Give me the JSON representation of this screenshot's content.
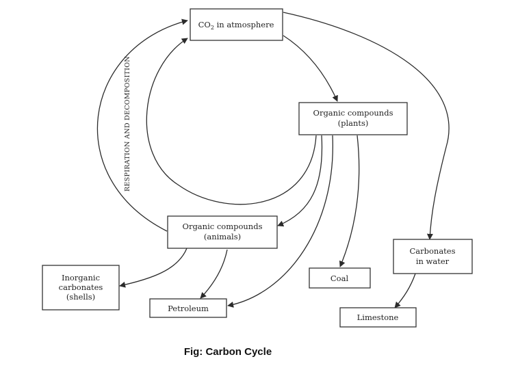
{
  "nodes": {
    "co2_atmosphere": {
      "line1": "CO",
      "sub": "2",
      "line1b": " in atmosphere"
    },
    "plants": {
      "line1": "Organic compounds",
      "line2": "(plants)"
    },
    "animals": {
      "line1": "Organic compounds",
      "line2": "(animals)"
    },
    "inorganic": {
      "line1": "Inorganic",
      "line2": "carbonates",
      "line3": "(shells)"
    },
    "petroleum": {
      "line1": "Petroleum"
    },
    "coal": {
      "line1": "Coal"
    },
    "carbonates_water": {
      "line1": "Carbonates",
      "line2": "in water"
    },
    "limestone": {
      "line1": "Limestone"
    }
  },
  "side_label": "RESPIRATION AND DECOMPOSITION",
  "caption": "Fig: Carbon Cycle",
  "edges": [
    {
      "from": "co2_atmosphere",
      "to": "plants"
    },
    {
      "from": "plants",
      "to": "co2_atmosphere"
    },
    {
      "from": "animals",
      "to": "co2_atmosphere"
    },
    {
      "from": "plants",
      "to": "animals"
    },
    {
      "from": "plants",
      "to": "petroleum"
    },
    {
      "from": "plants",
      "to": "coal"
    },
    {
      "from": "animals",
      "to": "inorganic"
    },
    {
      "from": "animals",
      "to": "petroleum"
    },
    {
      "from": "co2_atmosphere",
      "to": "carbonates_water"
    },
    {
      "from": "carbonates_water",
      "to": "limestone"
    }
  ]
}
